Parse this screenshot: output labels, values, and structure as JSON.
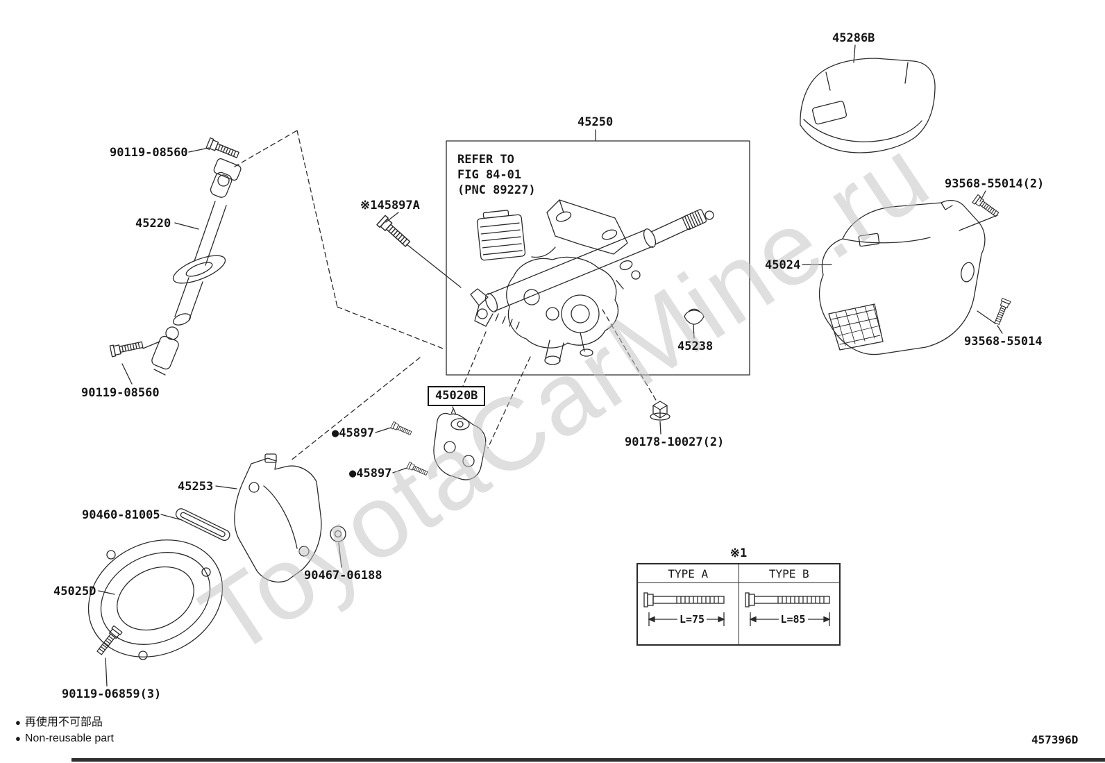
{
  "page": {
    "watermark": "ToyotaCarMine.ru",
    "doc_number": "457396D",
    "legend": {
      "bullet": "●",
      "jp": "再使用不可部品",
      "en": "Non-reusable part"
    }
  },
  "note": {
    "line1": "REFER TO",
    "line2": "FIG 84-01",
    "line3": "(PNC 89227)"
  },
  "labels": {
    "p45286B": "45286B",
    "p93568_55014_2": "93568-55014(2)",
    "p45024": "45024",
    "p93568_55014": "93568-55014",
    "p45250": "45250",
    "p45238": "45238",
    "p90178_10027_2": "90178-10027(2)",
    "p45220": "45220",
    "p90119_08560_top": "90119-08560",
    "p90119_08560_bottom": "90119-08560",
    "p45897A": "※145897A",
    "p45020B": "45020B",
    "p45897_1": "●45897",
    "p45897_2": "●45897",
    "p45253": "45253",
    "p90460_81005": "90460-81005",
    "p45025D": "45025D",
    "p90467_06188": "90467-06188",
    "p90119_06859_3": "90119-06859(3)"
  },
  "table": {
    "title": "※1",
    "headers": [
      "TYPE A",
      "TYPE B"
    ],
    "rows": [
      [
        "L=75",
        "L=85"
      ]
    ]
  }
}
